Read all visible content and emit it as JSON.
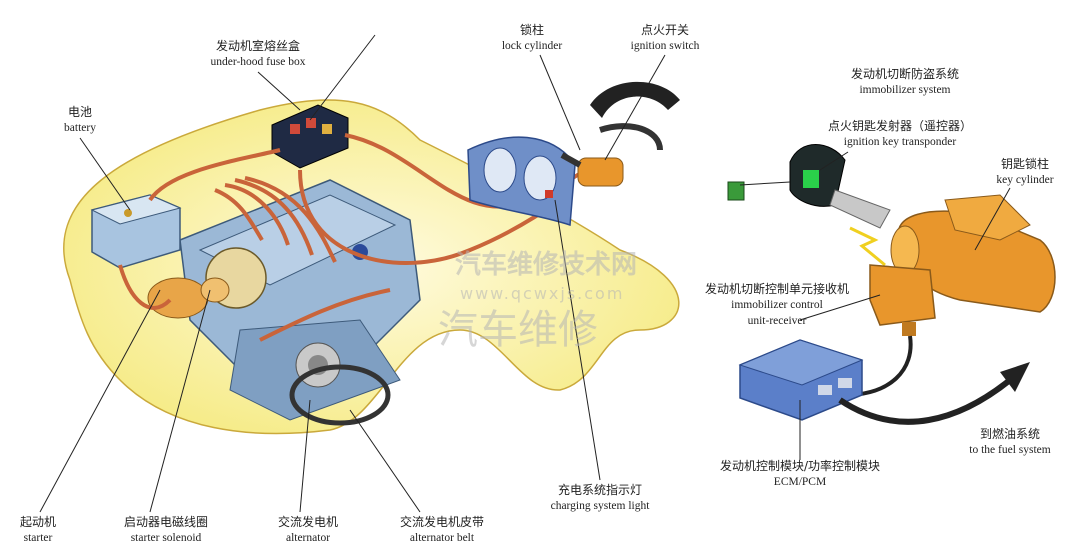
{
  "labels": {
    "fuse_box": {
      "zh": "发动机室熔丝盒",
      "en": "under-hood fuse box"
    },
    "battery": {
      "zh": "电池",
      "en": "battery"
    },
    "lock_cylinder": {
      "zh": "锁柱",
      "en": "lock cylinder"
    },
    "ignition_switch": {
      "zh": "点火开关",
      "en": "ignition switch"
    },
    "immobilizer_system": {
      "zh": "发动机切断防盗系统",
      "en": "immobilizer system"
    },
    "key_transponder": {
      "zh": "点火钥匙发射器（遥控器）",
      "en": "ignition key transponder"
    },
    "key_cylinder": {
      "zh": "钥匙锁柱",
      "en": "key cylinder"
    },
    "control_unit": {
      "zh": "发动机切断控制单元接收机",
      "en1": "immobilizer control",
      "en2": "unit-receiver"
    },
    "fuel_system": {
      "zh": "到燃油系统",
      "en": "to the fuel system"
    },
    "ecm": {
      "zh": "发动机控制模块/功率控制模块",
      "en": "ECM/PCM"
    },
    "charging_light": {
      "zh": "充电系统指示灯",
      "en": "charging system light"
    },
    "starter": {
      "zh": "起动机",
      "en": "starter"
    },
    "starter_solenoid": {
      "zh": "启动器电磁线圈",
      "en": "starter solenoid"
    },
    "alternator": {
      "zh": "交流发电机",
      "en": "alternator"
    },
    "alternator_belt": {
      "zh": "交流发电机皮带",
      "en": "alternator belt"
    }
  },
  "watermark": {
    "line1": "汽车维修技术网",
    "line2": "www.qcwxjs.com",
    "line3": "汽车维修"
  },
  "colors": {
    "hood": "#f7ef9a",
    "engine": "#8fb0d0",
    "cable": "#c9643a",
    "orange": "#e8962c",
    "ecm": "#5b7fc9"
  }
}
